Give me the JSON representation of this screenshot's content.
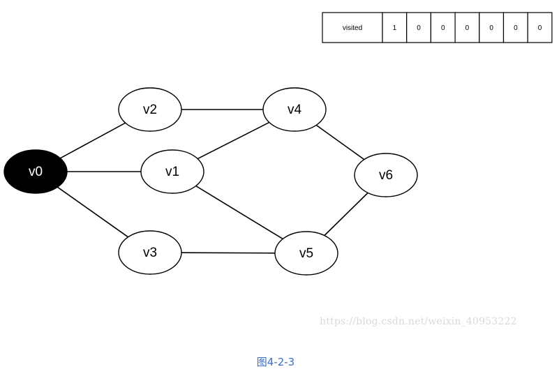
{
  "visited_array": {
    "label": "visited",
    "values": [
      "1",
      "0",
      "0",
      "0",
      "0",
      "0",
      "0"
    ]
  },
  "graph": {
    "nodes": [
      {
        "id": "v0",
        "label": "v0",
        "visited": true
      },
      {
        "id": "v1",
        "label": "v1",
        "visited": false
      },
      {
        "id": "v2",
        "label": "v2",
        "visited": false
      },
      {
        "id": "v3",
        "label": "v3",
        "visited": false
      },
      {
        "id": "v4",
        "label": "v4",
        "visited": false
      },
      {
        "id": "v5",
        "label": "v5",
        "visited": false
      },
      {
        "id": "v6",
        "label": "v6",
        "visited": false
      }
    ],
    "edges": [
      [
        "v0",
        "v1"
      ],
      [
        "v0",
        "v2"
      ],
      [
        "v0",
        "v3"
      ],
      [
        "v2",
        "v4"
      ],
      [
        "v1",
        "v4"
      ],
      [
        "v1",
        "v5"
      ],
      [
        "v3",
        "v5"
      ],
      [
        "v4",
        "v6"
      ],
      [
        "v5",
        "v6"
      ]
    ]
  },
  "watermark": "https://blog.csdn.net/weixin_40953222",
  "caption": "图4-2-3",
  "colors": {
    "visited_fill": "#000000",
    "visited_text": "#ffffff",
    "node_fill": "#ffffff",
    "node_text": "#000000",
    "watermark": "#d9d9d9",
    "caption": "#3a6fc9"
  }
}
